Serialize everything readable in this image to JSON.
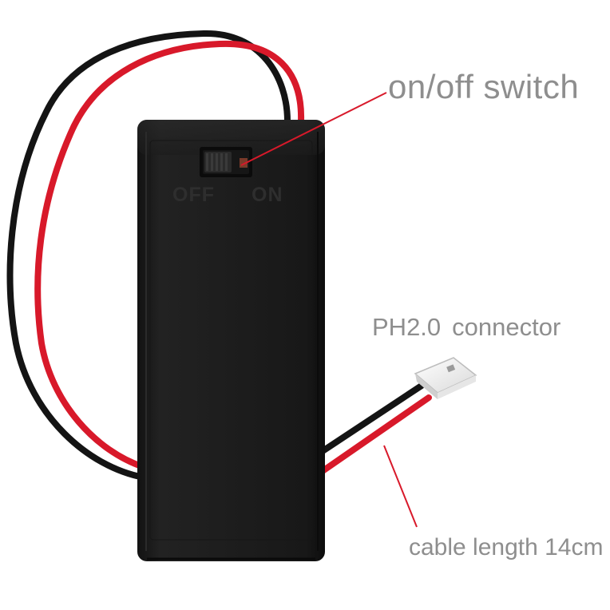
{
  "callouts": {
    "switch": "on/off switch",
    "connector_model": "PH2.0",
    "connector_word": "connector",
    "cable": "cable length 14cm"
  },
  "molded_text": {
    "off": "OFF",
    "on": "ON"
  },
  "colors": {
    "background": "#ffffff",
    "case_body": "#1c1c1c",
    "red_wire": "#d8192a",
    "black_wire": "#141414",
    "callout_text": "#8e8e8e",
    "leader_line": "#d8192a",
    "connector_housing": "#f2f2f2"
  }
}
